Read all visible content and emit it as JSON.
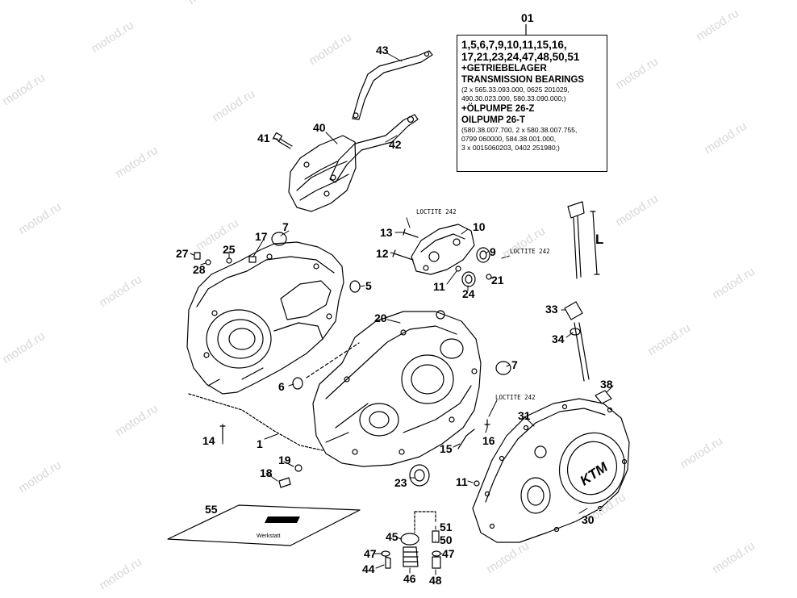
{
  "watermark": "motod.ru",
  "info_box": {
    "number": "01",
    "lines": [
      {
        "text": "1,5,6,7,9,10,11,15,16,",
        "style": "big"
      },
      {
        "text": "17,21,23,24,47,48,50,51",
        "style": "big"
      },
      {
        "text": "+GETRIEBELAGER",
        "style": "mid"
      },
      {
        "text": "TRANSMISSION BEARINGS",
        "style": "mid"
      },
      {
        "text": "(2 x 565.33.093.000, 0625 201029,",
        "style": "small"
      },
      {
        "text": "490.30.023.000, 580.33.090.000;)",
        "style": "small"
      },
      {
        "text": "+ÖLPUMPE 26-Z",
        "style": "mid"
      },
      {
        "text": "OILPUMP 26-T",
        "style": "mid"
      },
      {
        "text": "(580.38.007.700, 2 x 580.38.007.755,",
        "style": "small"
      },
      {
        "text": "0799 060000, 584.38.001.000,",
        "style": "small"
      },
      {
        "text": "3 x 0015060203, 0402 251980;)",
        "style": "small"
      }
    ]
  },
  "loctite_label": "LOCTITE 242",
  "dimension_label": "L",
  "callouts": [
    "43",
    "40",
    "41",
    "42",
    "7",
    "10",
    "13",
    "12",
    "9",
    "17",
    "25",
    "27",
    "28",
    "5",
    "11",
    "21",
    "24",
    "33",
    "34",
    "20",
    "7",
    "6",
    "38",
    "31",
    "14",
    "1",
    "16",
    "15",
    "19",
    "18",
    "23",
    "11",
    "55",
    "51",
    "45",
    "50",
    "47",
    "47",
    "44",
    "46",
    "48",
    "30"
  ]
}
